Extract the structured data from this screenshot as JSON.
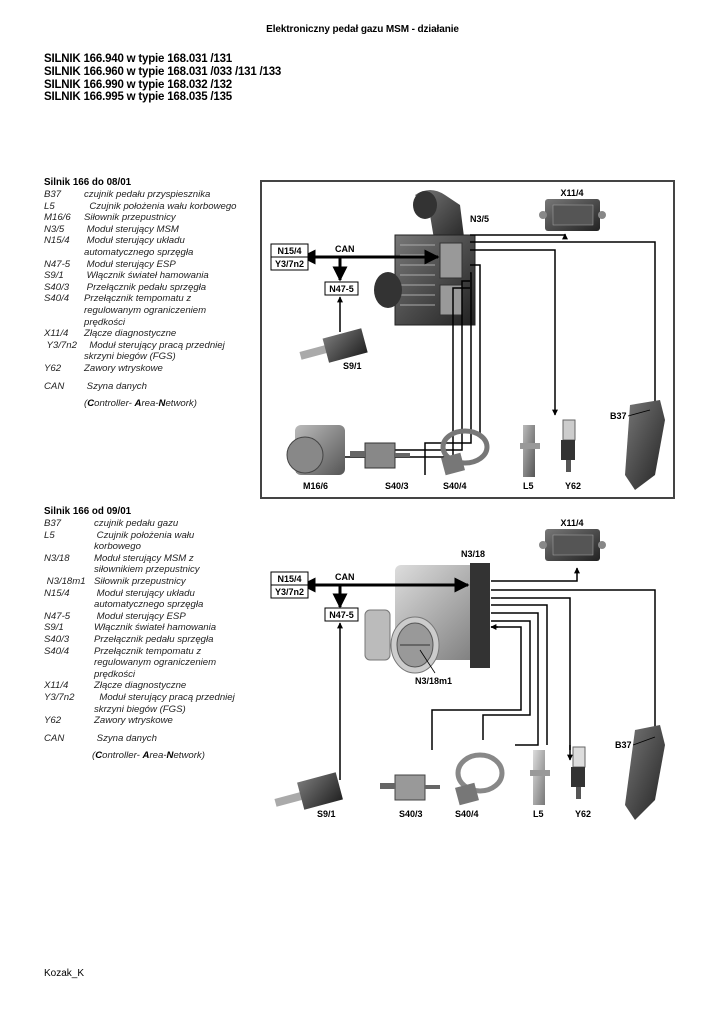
{
  "document": {
    "title": "Elektroniczny pedał gazu MSM - działanie",
    "engines": [
      "SILNIK 166.940 w typie 168.031 /131",
      "SILNIK 166.960 w typie 168.031 /033 /131 /133",
      "SILNIK 166.990 w typie 168.032 /132",
      "SILNIK 166.995 w typie 168.035 /135"
    ],
    "footer": "Kozak_K"
  },
  "section1": {
    "heading": "Silnik 166 do 08/01",
    "legend": [
      {
        "code": "B37",
        "desc": "czujnik pedału przyspiesznika"
      },
      {
        "code": "L5",
        "desc": "  Czujnik położenia wału korbowego"
      },
      {
        "code": "M16/6",
        "desc": "Siłownik przepustnicy"
      },
      {
        "code": "N3/5",
        "desc": " Moduł sterujący MSM"
      },
      {
        "code": "N15/4",
        "desc": " Moduł sterujący układu",
        "desc2": "automatycznego sprzęgła"
      },
      {
        "code": "N47-5",
        "desc": " Moduł sterujący ESP"
      },
      {
        "code": "S9/1",
        "desc": " Włącznik świateł hamowania"
      },
      {
        "code": "S40/3",
        "desc": " Przełącznik pedału sprzęgła"
      },
      {
        "code": "S40/4",
        "desc": "Przełącznik tempomatu z",
        "desc2": "regulowanym ograniczeniem",
        "desc3": "prędkości"
      },
      {
        "code": "X11/4",
        "desc": "Złącze diagnostyczne"
      },
      {
        "code": " Y3/7n2",
        "desc": "  Moduł sterujący pracą przedniej",
        "desc2": "skrzyni biegów (FGS)"
      },
      {
        "code": "Y62",
        "desc": "Zawory wtryskowe"
      },
      {
        "code": "CAN",
        "desc": " Szyna danych"
      }
    ],
    "can_note": {
      "open": "(",
      "c": "C",
      "c_rest": "ontroller- ",
      "a": "A",
      "a_rest": "rea-",
      "n": "N",
      "n_rest": "etwork)"
    },
    "diagram": {
      "labels": {
        "n15_4": "N15/4",
        "y3_7n2": "Y3/7n2",
        "can": "CAN",
        "n47_5": "N47-5",
        "s9_1": "S9/1",
        "n3_5": "N3/5",
        "x11_4": "X11/4",
        "b37": "B37",
        "m16_6": "M16/6",
        "s40_3": "S40/3",
        "s40_4": "S40/4",
        "l5": "L5",
        "y62": "Y62"
      }
    }
  },
  "section2": {
    "heading": "Silnik 166 od 09/01",
    "legend": [
      {
        "code": "B37",
        "desc": "czujnik pedału gazu"
      },
      {
        "code": "L5",
        "desc": " Czujnik położenia wału",
        "desc2": "korbowego"
      },
      {
        "code": "N3/18",
        "desc": "Moduł sterujący MSM z",
        "desc2": "siłownikiem przepustnicy"
      },
      {
        "code": " N3/18m1",
        "desc": "Siłownik przepustnicy"
      },
      {
        "code": "N15/4",
        "desc": " Moduł sterujący układu",
        "desc2": "automatycznego sprzęgła"
      },
      {
        "code": "N47-5",
        "desc": " Moduł sterujący ESP"
      },
      {
        "code": "S9/1",
        "desc": "Włącznik świateł hamowania"
      },
      {
        "code": "S40/3",
        "desc": "Przełącznik pedału sprzęgła"
      },
      {
        "code": "S40/4",
        "desc": "Przełącznik tempomatu z",
        "desc2": "regulowanym ograniczeniem",
        "desc3": "prędkości"
      },
      {
        "code": "X11/4",
        "desc": "Złącze diagnostyczne"
      },
      {
        "code": "Y3/7n2",
        "desc": "  Moduł sterujący pracą przedniej",
        "desc2": "skrzyni biegów (FGS)"
      },
      {
        "code": "Y62",
        "desc": "Zawory wtryskowe"
      },
      {
        "code": "CAN",
        "desc": " Szyna danych"
      }
    ],
    "can_note": {
      "open": "(",
      "c": "C",
      "c_rest": "ontroller- ",
      "a": "A",
      "a_rest": "rea-",
      "n": "N",
      "n_rest": "etwork)"
    },
    "diagram": {
      "labels": {
        "n15_4": "N15/4",
        "y3_7n2": "Y3/7n2",
        "can": "CAN",
        "n47_5": "N47-5",
        "n3_18": "N3/18",
        "n3_18m1": "N3/18m1",
        "x11_4": "X11/4",
        "b37": "B37",
        "s9_1": "S9/1",
        "s40_3": "S40/3",
        "s40_4": "S40/4",
        "l5": "L5",
        "y62": "Y62"
      }
    }
  }
}
